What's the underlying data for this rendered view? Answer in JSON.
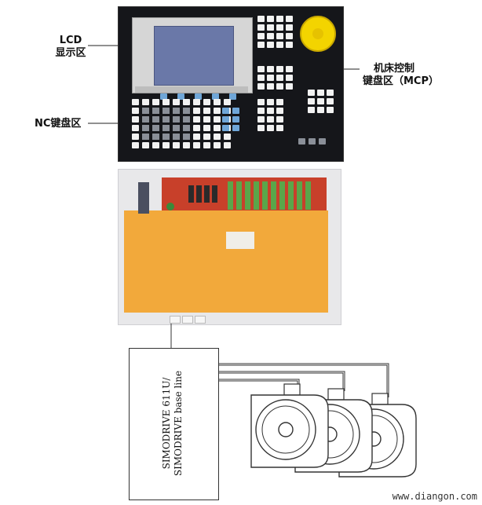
{
  "labels": {
    "lcd_line1": "LCD",
    "lcd_line2": "显示区",
    "nc_keyboard": "NC键盘区",
    "mcp_line1": "机床控制",
    "mcp_line2": "键盘区（MCP）"
  },
  "drive_box": {
    "line1": "SIMODRIVE 611U/",
    "line2": "SIMODRIVE base line"
  },
  "motors": {
    "count": 3
  },
  "watermark": "www.diangon.com",
  "colors": {
    "panel": "#15161a",
    "lcd_screen": "#6a78a8",
    "estop": "#f3d400",
    "board_orange": "#f2a93b",
    "board_red": "#c8402a",
    "board_green": "#5aa64a"
  }
}
